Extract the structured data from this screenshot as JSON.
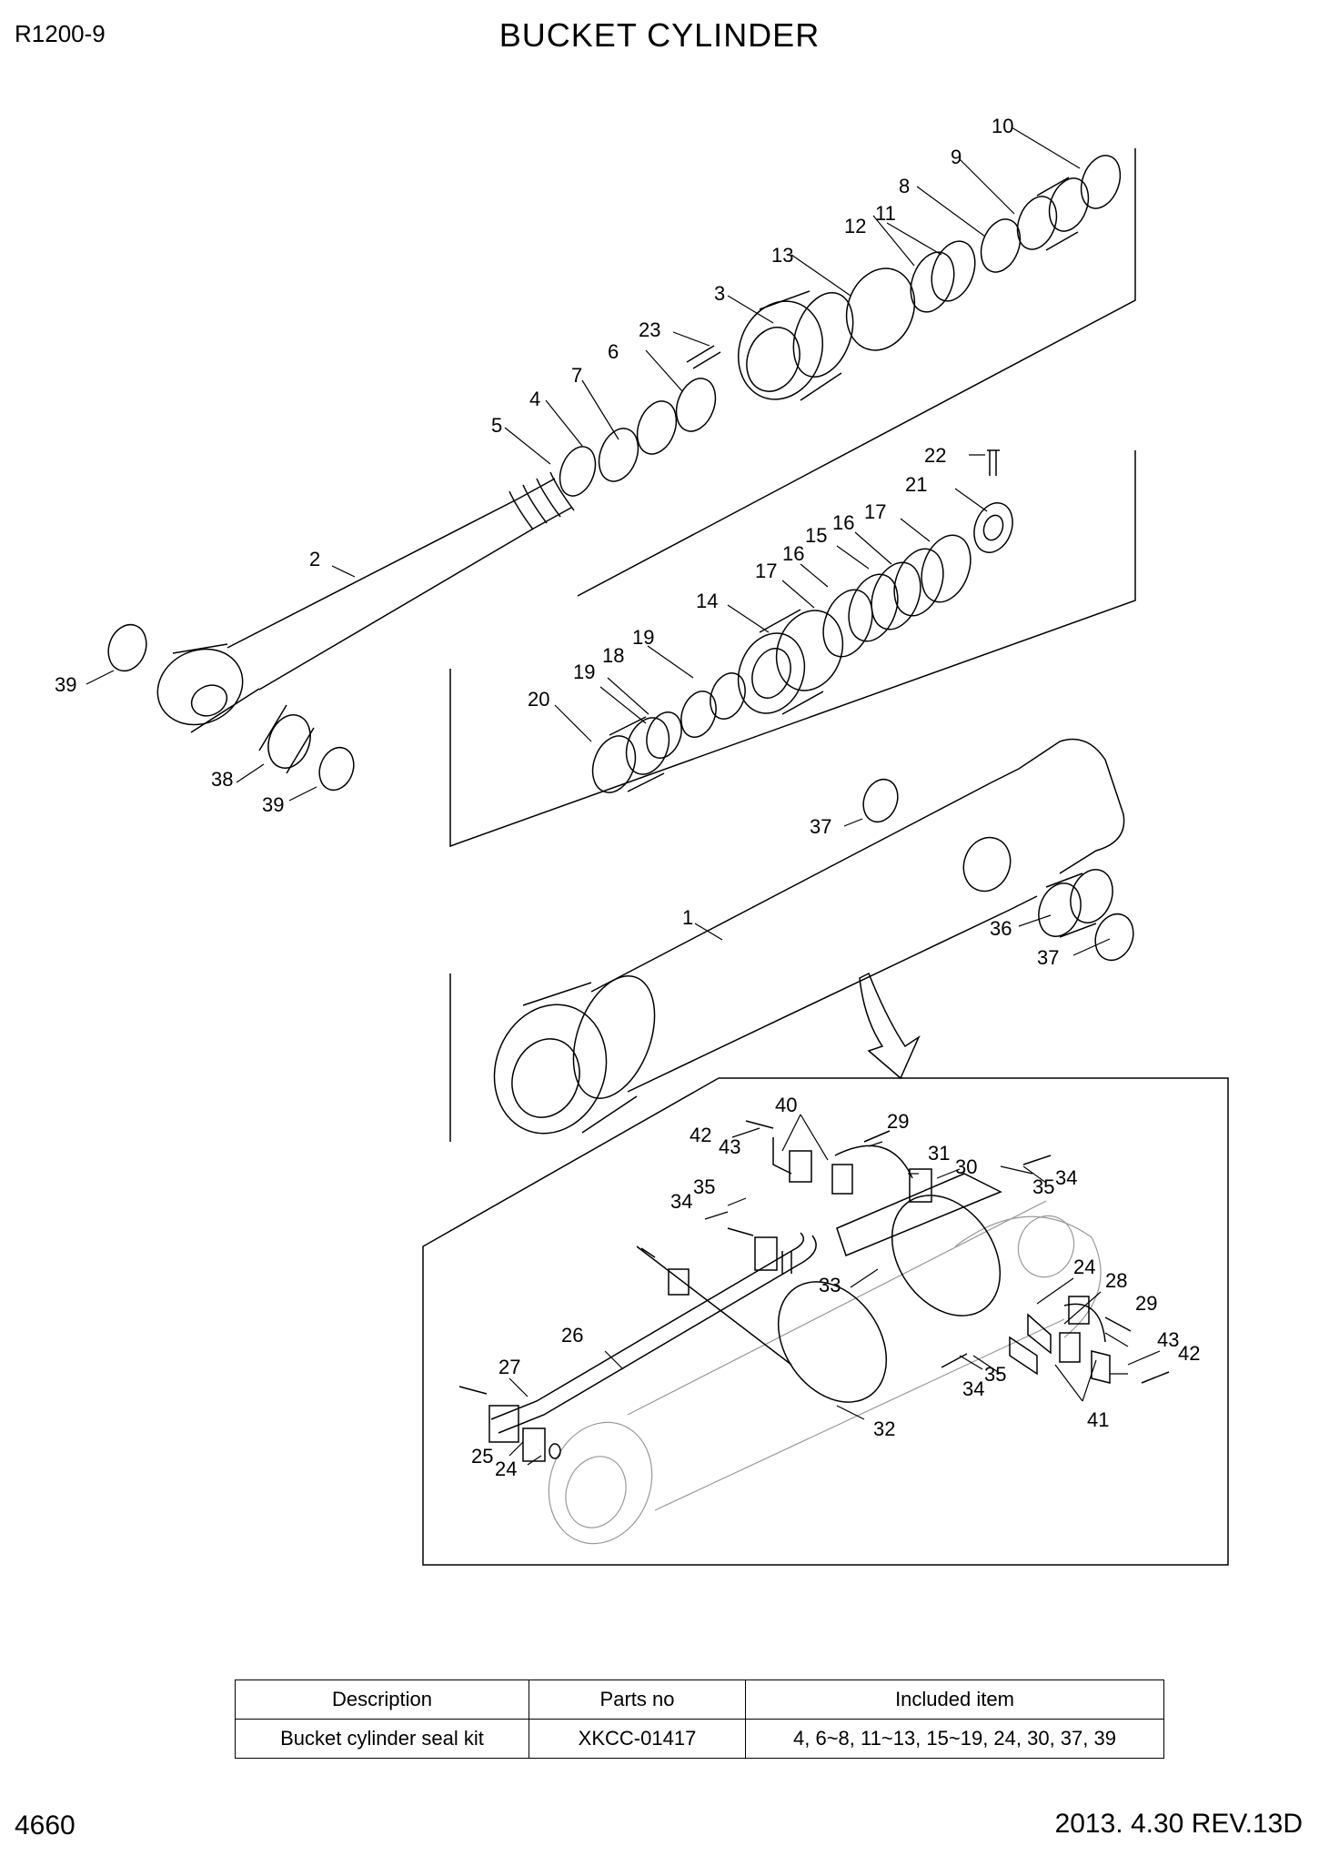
{
  "header": {
    "model": "R1200-9",
    "title": "BUCKET CYLINDER"
  },
  "footer": {
    "page": "4660",
    "rev": "2013. 4.30  REV.13D"
  },
  "callouts": {
    "c1": "1",
    "c2": "2",
    "c3": "3",
    "c4": "4",
    "c5": "5",
    "c6": "6",
    "c7": "7",
    "c8": "8",
    "c9": "9",
    "c10": "10",
    "c11": "11",
    "c12": "12",
    "c13": "13",
    "c14": "14",
    "c15": "15",
    "c16a": "16",
    "c16b": "16",
    "c17a": "17",
    "c17b": "17",
    "c18": "18",
    "c19a": "19",
    "c19b": "19",
    "c20": "20",
    "c21": "21",
    "c22": "22",
    "c23": "23",
    "c24a": "24",
    "c24b": "24",
    "c25": "25",
    "c26": "26",
    "c27": "27",
    "c28": "28",
    "c29a": "29",
    "c29b": "29",
    "c30": "30",
    "c31": "31",
    "c32": "32",
    "c33": "33",
    "c34a": "34",
    "c34b": "34",
    "c34c": "34",
    "c35a": "35",
    "c35b": "35",
    "c35c": "35",
    "c36": "36",
    "c37a": "37",
    "c37b": "37",
    "c38": "38",
    "c39a": "39",
    "c39b": "39",
    "c40": "40",
    "c41": "41",
    "c42a": "42",
    "c42b": "42",
    "c43a": "43",
    "c43b": "43"
  },
  "kit_table": {
    "headers": {
      "description": "Description",
      "parts_no": "Parts no",
      "included": "Included item"
    },
    "rows": [
      {
        "description": "Bucket cylinder seal kit",
        "parts_no": "XKCC-01417",
        "included": "4, 6~8, 11~13, 15~19, 24, 30, 37, 39"
      }
    ]
  }
}
